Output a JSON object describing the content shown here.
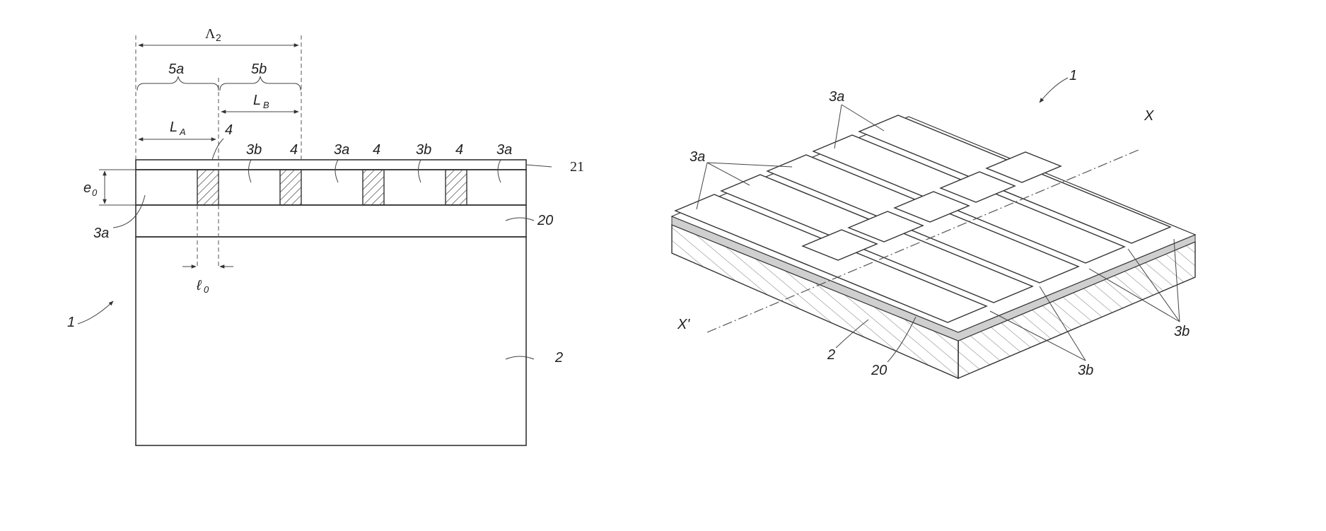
{
  "left_figure": {
    "labels": {
      "lambda2": "Λ",
      "lambda2_sub": "2",
      "segment_5a": "5a",
      "segment_5b": "5b",
      "LA": "L",
      "LA_sub": "A",
      "LB": "L",
      "LB_sub": "B",
      "e0": "e",
      "e0_sub": "0",
      "l0": "ℓ",
      "l0_sub": "0",
      "layer_21": "21",
      "layer_20": "20",
      "substrate_2": "2",
      "device_1": "1",
      "marker_4": "4",
      "strip_3a": "3a",
      "strip_3b": "3b"
    },
    "strip_sequence": [
      "3a",
      "4",
      "3b",
      "4",
      "3a",
      "4",
      "3b",
      "4",
      "3a"
    ]
  },
  "right_figure": {
    "labels": {
      "device_1": "1",
      "strips_3a_top": "3a",
      "strips_3a_left": "3a",
      "strips_3b_right": "3b",
      "strips_3b_bottom": "3b",
      "axis_x": "X",
      "axis_x_prime": "X'",
      "substrate_2": "2",
      "layer_20": "20"
    }
  }
}
